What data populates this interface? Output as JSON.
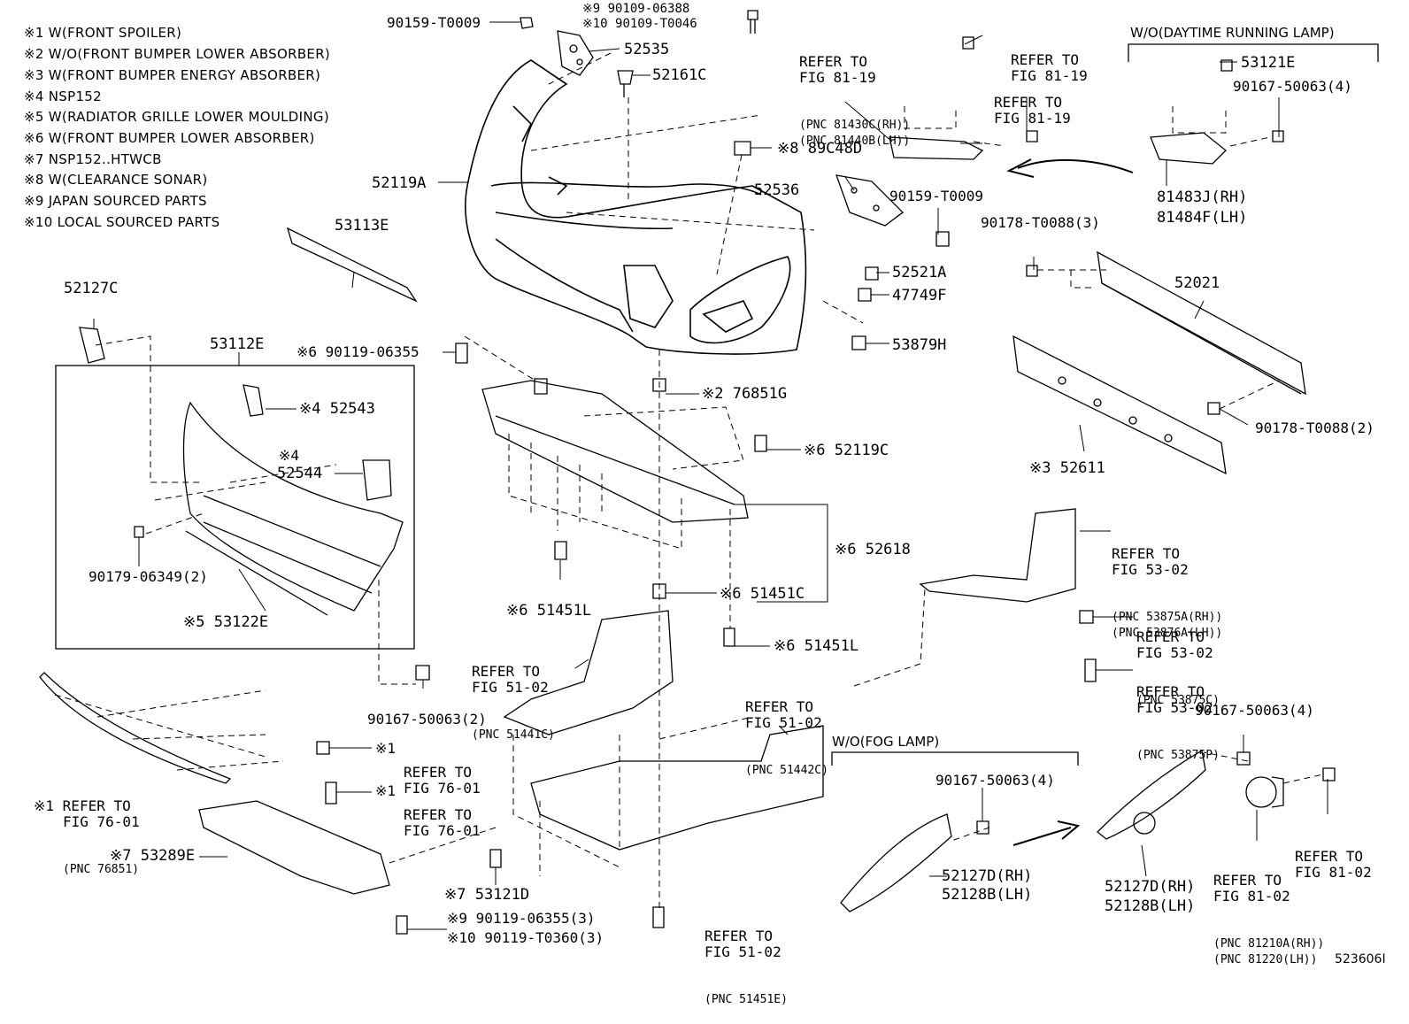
{
  "legend": [
    "※1 W(FRONT SPOILER)",
    "※2 W/O(FRONT BUMPER LOWER ABSORBER)",
    "※3 W(FRONT BUMPER ENERGY ABSORBER)",
    "※4 NSP152",
    "※5 W(RADIATOR GRILLE LOWER MOULDING)",
    "※6 W(FRONT BUMPER LOWER ABSORBER)",
    "※7 NSP152..HTWCB",
    "※8 W(CLEARANCE SONAR)",
    "※9  JAPAN SOURCED PARTS",
    "※10 LOCAL SOURCED PARTS"
  ],
  "parts": [
    {
      "id": "p1",
      "text": "90159-T0009"
    },
    {
      "id": "p2a",
      "text": "※9 90109-06388"
    },
    {
      "id": "p2b",
      "text": "※10 90109-T0046"
    },
    {
      "id": "p3",
      "text": "52535"
    },
    {
      "id": "p4",
      "text": "52161C"
    },
    {
      "id": "p5",
      "text": "※8 89C48D"
    },
    {
      "id": "p6",
      "text": "52119A"
    },
    {
      "id": "p7",
      "text": "53113E"
    },
    {
      "id": "p8",
      "text": "52536"
    },
    {
      "id": "p9",
      "text": "90159-T0009"
    },
    {
      "id": "p10",
      "text": "52521A"
    },
    {
      "id": "p11",
      "text": "47749F"
    },
    {
      "id": "p12",
      "text": "53879H"
    },
    {
      "id": "p13",
      "text": "52127C"
    },
    {
      "id": "p14",
      "text": "53112E"
    },
    {
      "id": "p15",
      "text": "※6 90119-06355"
    },
    {
      "id": "p16",
      "text": "※4 52543"
    },
    {
      "id": "p17a",
      "text": "※4"
    },
    {
      "id": "p17b",
      "text": "52544"
    },
    {
      "id": "p18",
      "text": "※2 76851G"
    },
    {
      "id": "p19",
      "text": "※6 52119C"
    },
    {
      "id": "p20",
      "text": "90179-06349(2)"
    },
    {
      "id": "p21",
      "text": "※5 53122E"
    },
    {
      "id": "p22",
      "text": "※6 52618"
    },
    {
      "id": "p23",
      "text": "※6 51451L"
    },
    {
      "id": "p24",
      "text": "※6 51451C"
    },
    {
      "id": "p25",
      "text": "※6 51451L"
    },
    {
      "id": "p26",
      "text": "90167-50063(2)"
    },
    {
      "id": "p27",
      "text": "※7 53289E"
    },
    {
      "id": "p28",
      "text": "※7 53121D"
    },
    {
      "id": "p29",
      "text": "※9  90119-06355(3)"
    },
    {
      "id": "p30",
      "text": "※10 90119-T0360(3)"
    },
    {
      "id": "p31",
      "text": "53121E"
    },
    {
      "id": "p32",
      "text": "90167-50063(4)"
    },
    {
      "id": "p33a",
      "text": "81483J(RH)"
    },
    {
      "id": "p33b",
      "text": "81484F(LH)"
    },
    {
      "id": "p34",
      "text": "90178-T0088(3)"
    },
    {
      "id": "p35",
      "text": "52021"
    },
    {
      "id": "p36",
      "text": "90178-T0088(2)"
    },
    {
      "id": "p37",
      "text": "※3 52611"
    },
    {
      "id": "p38",
      "text": "90167-50063(4)"
    },
    {
      "id": "p39",
      "text": "90167-50063(4)"
    },
    {
      "id": "p40a",
      "text": "52127D(RH)"
    },
    {
      "id": "p40b",
      "text": "52128B(LH)"
    },
    {
      "id": "p41a",
      "text": "52127D(RH)"
    },
    {
      "id": "p41b",
      "text": "52128B(LH)"
    },
    {
      "id": "p42",
      "text": "※1"
    },
    {
      "id": "p43",
      "text": "※1"
    }
  ],
  "refs": [
    {
      "id": "r1",
      "lines": [
        "REFER TO",
        "FIG 81-19"
      ],
      "pnc": [
        "(PNC 81430C(RH))",
        "(PNC 81440B(LH))"
      ]
    },
    {
      "id": "r2",
      "lines": [
        "REFER TO",
        "FIG 81-19"
      ],
      "pnc": []
    },
    {
      "id": "r3",
      "lines": [
        "REFER TO",
        "FIG 81-19"
      ],
      "pnc": []
    },
    {
      "id": "r4",
      "lines": [
        "REFER TO",
        "FIG 53-02"
      ],
      "pnc": [
        "(PNC 53875A(RH))",
        "(PNC 53876A(LH))"
      ]
    },
    {
      "id": "r5",
      "lines": [
        "REFER TO",
        "FIG 53-02"
      ],
      "pnc": [
        "(PNC 53875C)"
      ]
    },
    {
      "id": "r6",
      "lines": [
        "REFER TO",
        "FIG 53-02"
      ],
      "pnc": [
        "(PNC 53875P)"
      ]
    },
    {
      "id": "r7",
      "lines": [
        "REFER TO",
        "FIG 51-02"
      ],
      "pnc": [
        "(PNC 51441C)"
      ]
    },
    {
      "id": "r8",
      "lines": [
        "REFER TO",
        "FIG 51-02"
      ],
      "pnc": [
        "(PNC 51442C)"
      ]
    },
    {
      "id": "r9",
      "lines": [
        "REFER TO",
        "FIG 76-01"
      ],
      "pnc": []
    },
    {
      "id": "r10",
      "lines": [
        "REFER TO",
        "FIG 76-01"
      ],
      "pnc": []
    },
    {
      "id": "r11",
      "lines": [
        "※1 REFER TO",
        "FIG 76-01"
      ],
      "pnc": [
        "(PNC 76851)"
      ]
    },
    {
      "id": "r12",
      "lines": [
        "REFER TO",
        "FIG 51-02"
      ],
      "pnc": [
        "(PNC 51451E)"
      ]
    },
    {
      "id": "r13",
      "lines": [
        "REFER TO",
        "FIG 81-02"
      ],
      "pnc": [
        "(PNC 81210A(RH))",
        "(PNC 81220(LH))"
      ]
    },
    {
      "id": "r14",
      "lines": [
        "REFER TO",
        "FIG 81-02"
      ],
      "pnc": []
    }
  ],
  "group_labels": {
    "drl": "W/O(DAYTIME RUNNING LAMP)",
    "fog": "W/O(FOG LAMP)"
  },
  "diagram_id": "523606I"
}
